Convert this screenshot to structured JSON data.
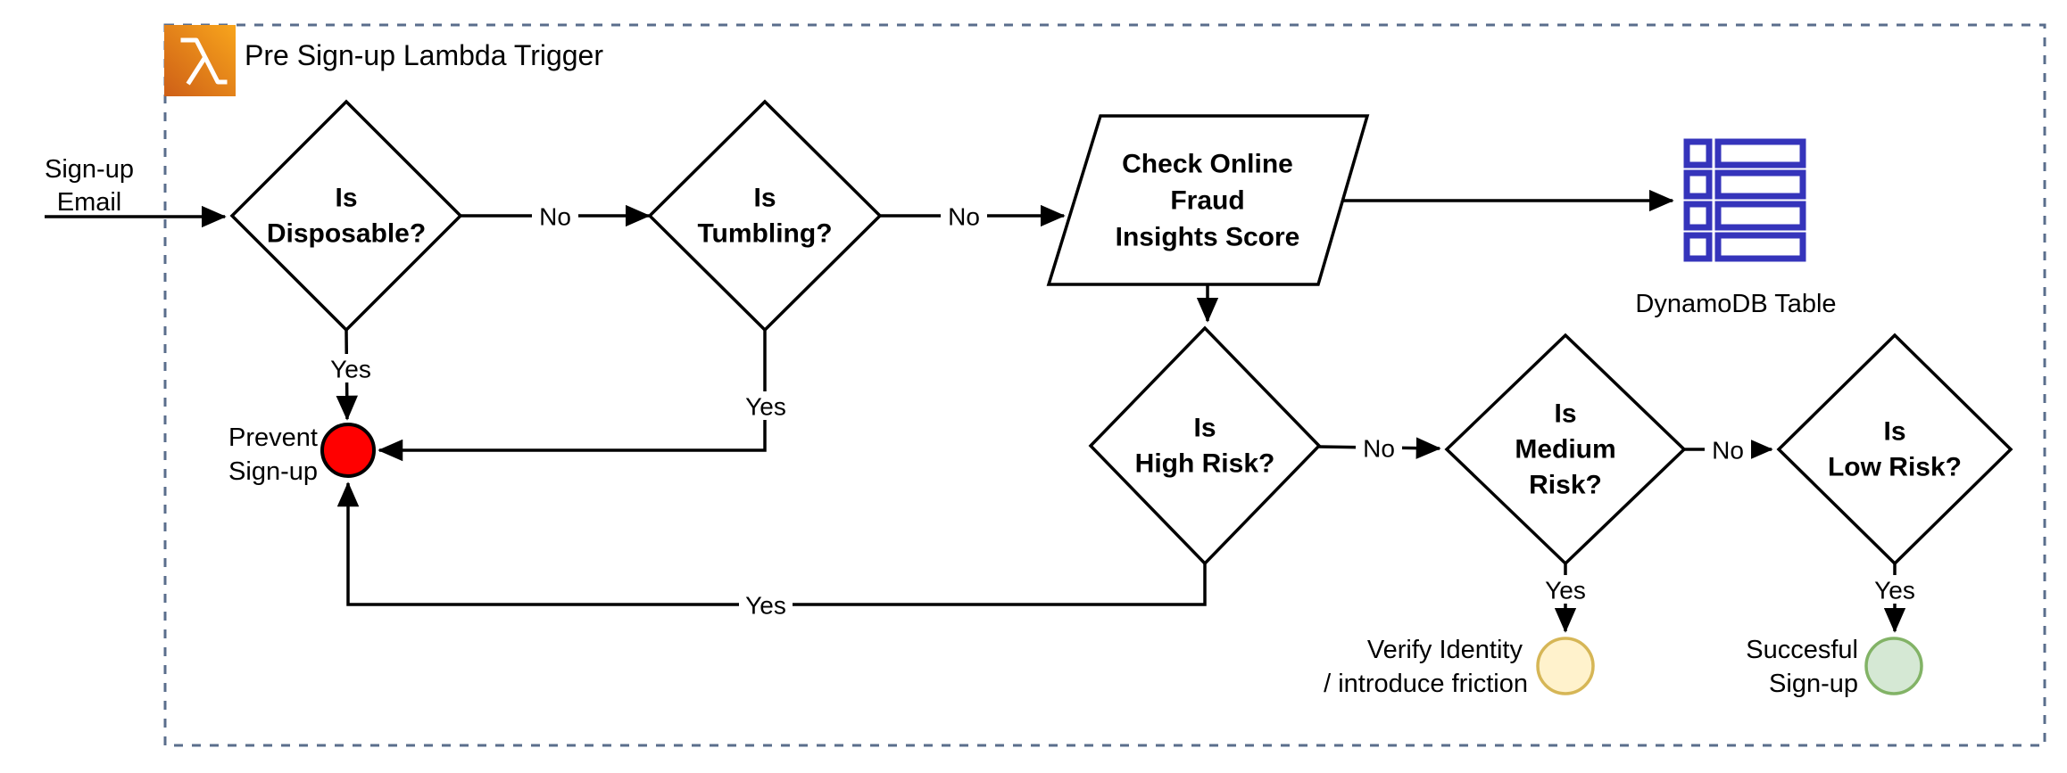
{
  "title": "Pre Sign-up Lambda Trigger",
  "input": {
    "line1": "Sign-up",
    "line2": "Email"
  },
  "nodes": {
    "disposable": {
      "line1": "Is",
      "line2": "Disposable?"
    },
    "tumbling": {
      "line1": "Is",
      "line2": "Tumbling?"
    },
    "fraud_check": {
      "line1": "Check Online",
      "line2": "Fraud",
      "line3": "Insights Score"
    },
    "dynamodb_label": "DynamoDB Table",
    "high_risk": {
      "line1": "Is",
      "line2": "High Risk?"
    },
    "medium_risk": {
      "line1": "Is",
      "line2": "Medium",
      "line3": "Risk?"
    },
    "low_risk": {
      "line1": "Is",
      "line2": "Low Risk?"
    },
    "prevent_signup": {
      "line1": "Prevent",
      "line2": "Sign-up"
    },
    "verify_identity": {
      "line1": "Verify Identity",
      "line2": "/ introduce friction"
    },
    "successful_signup": {
      "line1": "Succesful",
      "line2": "Sign-up"
    }
  },
  "edges": {
    "disposable_no": "No",
    "tumbling_no": "No",
    "high_risk_no": "No",
    "medium_risk_no": "No",
    "disposable_yes": "Yes",
    "tumbling_yes": "Yes",
    "high_risk_yes": "Yes",
    "medium_risk_yes": "Yes",
    "low_risk_yes": "Yes"
  },
  "icons": {
    "lambda": "aws-lambda-icon",
    "dynamodb_table": "dynamodb-table-icon",
    "stop_circle": "prevent-signup-terminator",
    "caution_circle": "verify-identity-terminator",
    "success_circle": "successful-signup-terminator"
  },
  "colors": {
    "boundary_dash": "#5A6E8C",
    "lambda_gradient_start": "#F8A51C",
    "lambda_gradient_end": "#CE5F17",
    "dynamodb_blue": "#3534BB",
    "stop_red_fill": "#FF0000",
    "caution_yellow_fill": "#FFF2CC",
    "caution_yellow_stroke": "#D6B656",
    "success_green_fill": "#D5E8D4",
    "success_green_stroke": "#82B366",
    "line_black": "#000000"
  }
}
